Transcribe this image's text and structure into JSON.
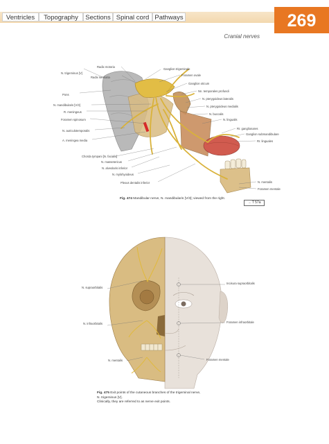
{
  "tabs": [
    "Ventricles",
    "Topography",
    "Sections",
    "Spinal cord",
    "Pathways"
  ],
  "page_number": "269",
  "section_title": "Cranial nerves",
  "fig474": {
    "labels_left": [
      "N. trigeminus [V]",
      "Radix motoria",
      "Radix sensoria",
      "Pons",
      "N. mandibularis [V/3]",
      "R. meningeus",
      "Foramen spinosum",
      "N. auriculotemporalis",
      "A. meningea media",
      "Chorda tympani [N. facialis]",
      "N. massetericus",
      "N. alveolaris inferior",
      "N. mylohyoideus",
      "Plexus dentalis inferior"
    ],
    "labels_right": [
      "Ganglion trigeminale",
      "Foramen ovale",
      "Ganglion oticum",
      "Nn. temporales profundi",
      "N. pterygoideus lateralis",
      "N. pterygoideus medialis",
      "N. buccalis",
      "N. lingualis",
      "Rr. ganglionares",
      "Ganglion submandibulare",
      "Rr. linguales",
      "N. mentalis",
      "Foramen mentale"
    ],
    "caption_label": "Fig. 474",
    "caption_text": "Mandibular nerve, N. mandibularis [V/3]; viewed from the right.",
    "ref": "→ T 57a"
  },
  "fig475": {
    "labels_left": [
      "N. supraorbitalis",
      "N. infraorbitalis",
      "N. mentalis"
    ],
    "labels_right": [
      "Incisura supraorbitalis",
      "Foramen infraorbitale",
      "Foramen mentale"
    ],
    "caption_label": "Fig. 475",
    "caption_line1": "Exit points of the cutaneous branches of the trigeminal nerve,",
    "caption_line2": "N. trigeminus [V].",
    "caption_line3": "Clinically, they are referred to as nerve exit points."
  },
  "colors": {
    "accent": "#e87722",
    "nerve": "#d9b23a",
    "bone": "#d9bc82"
  }
}
